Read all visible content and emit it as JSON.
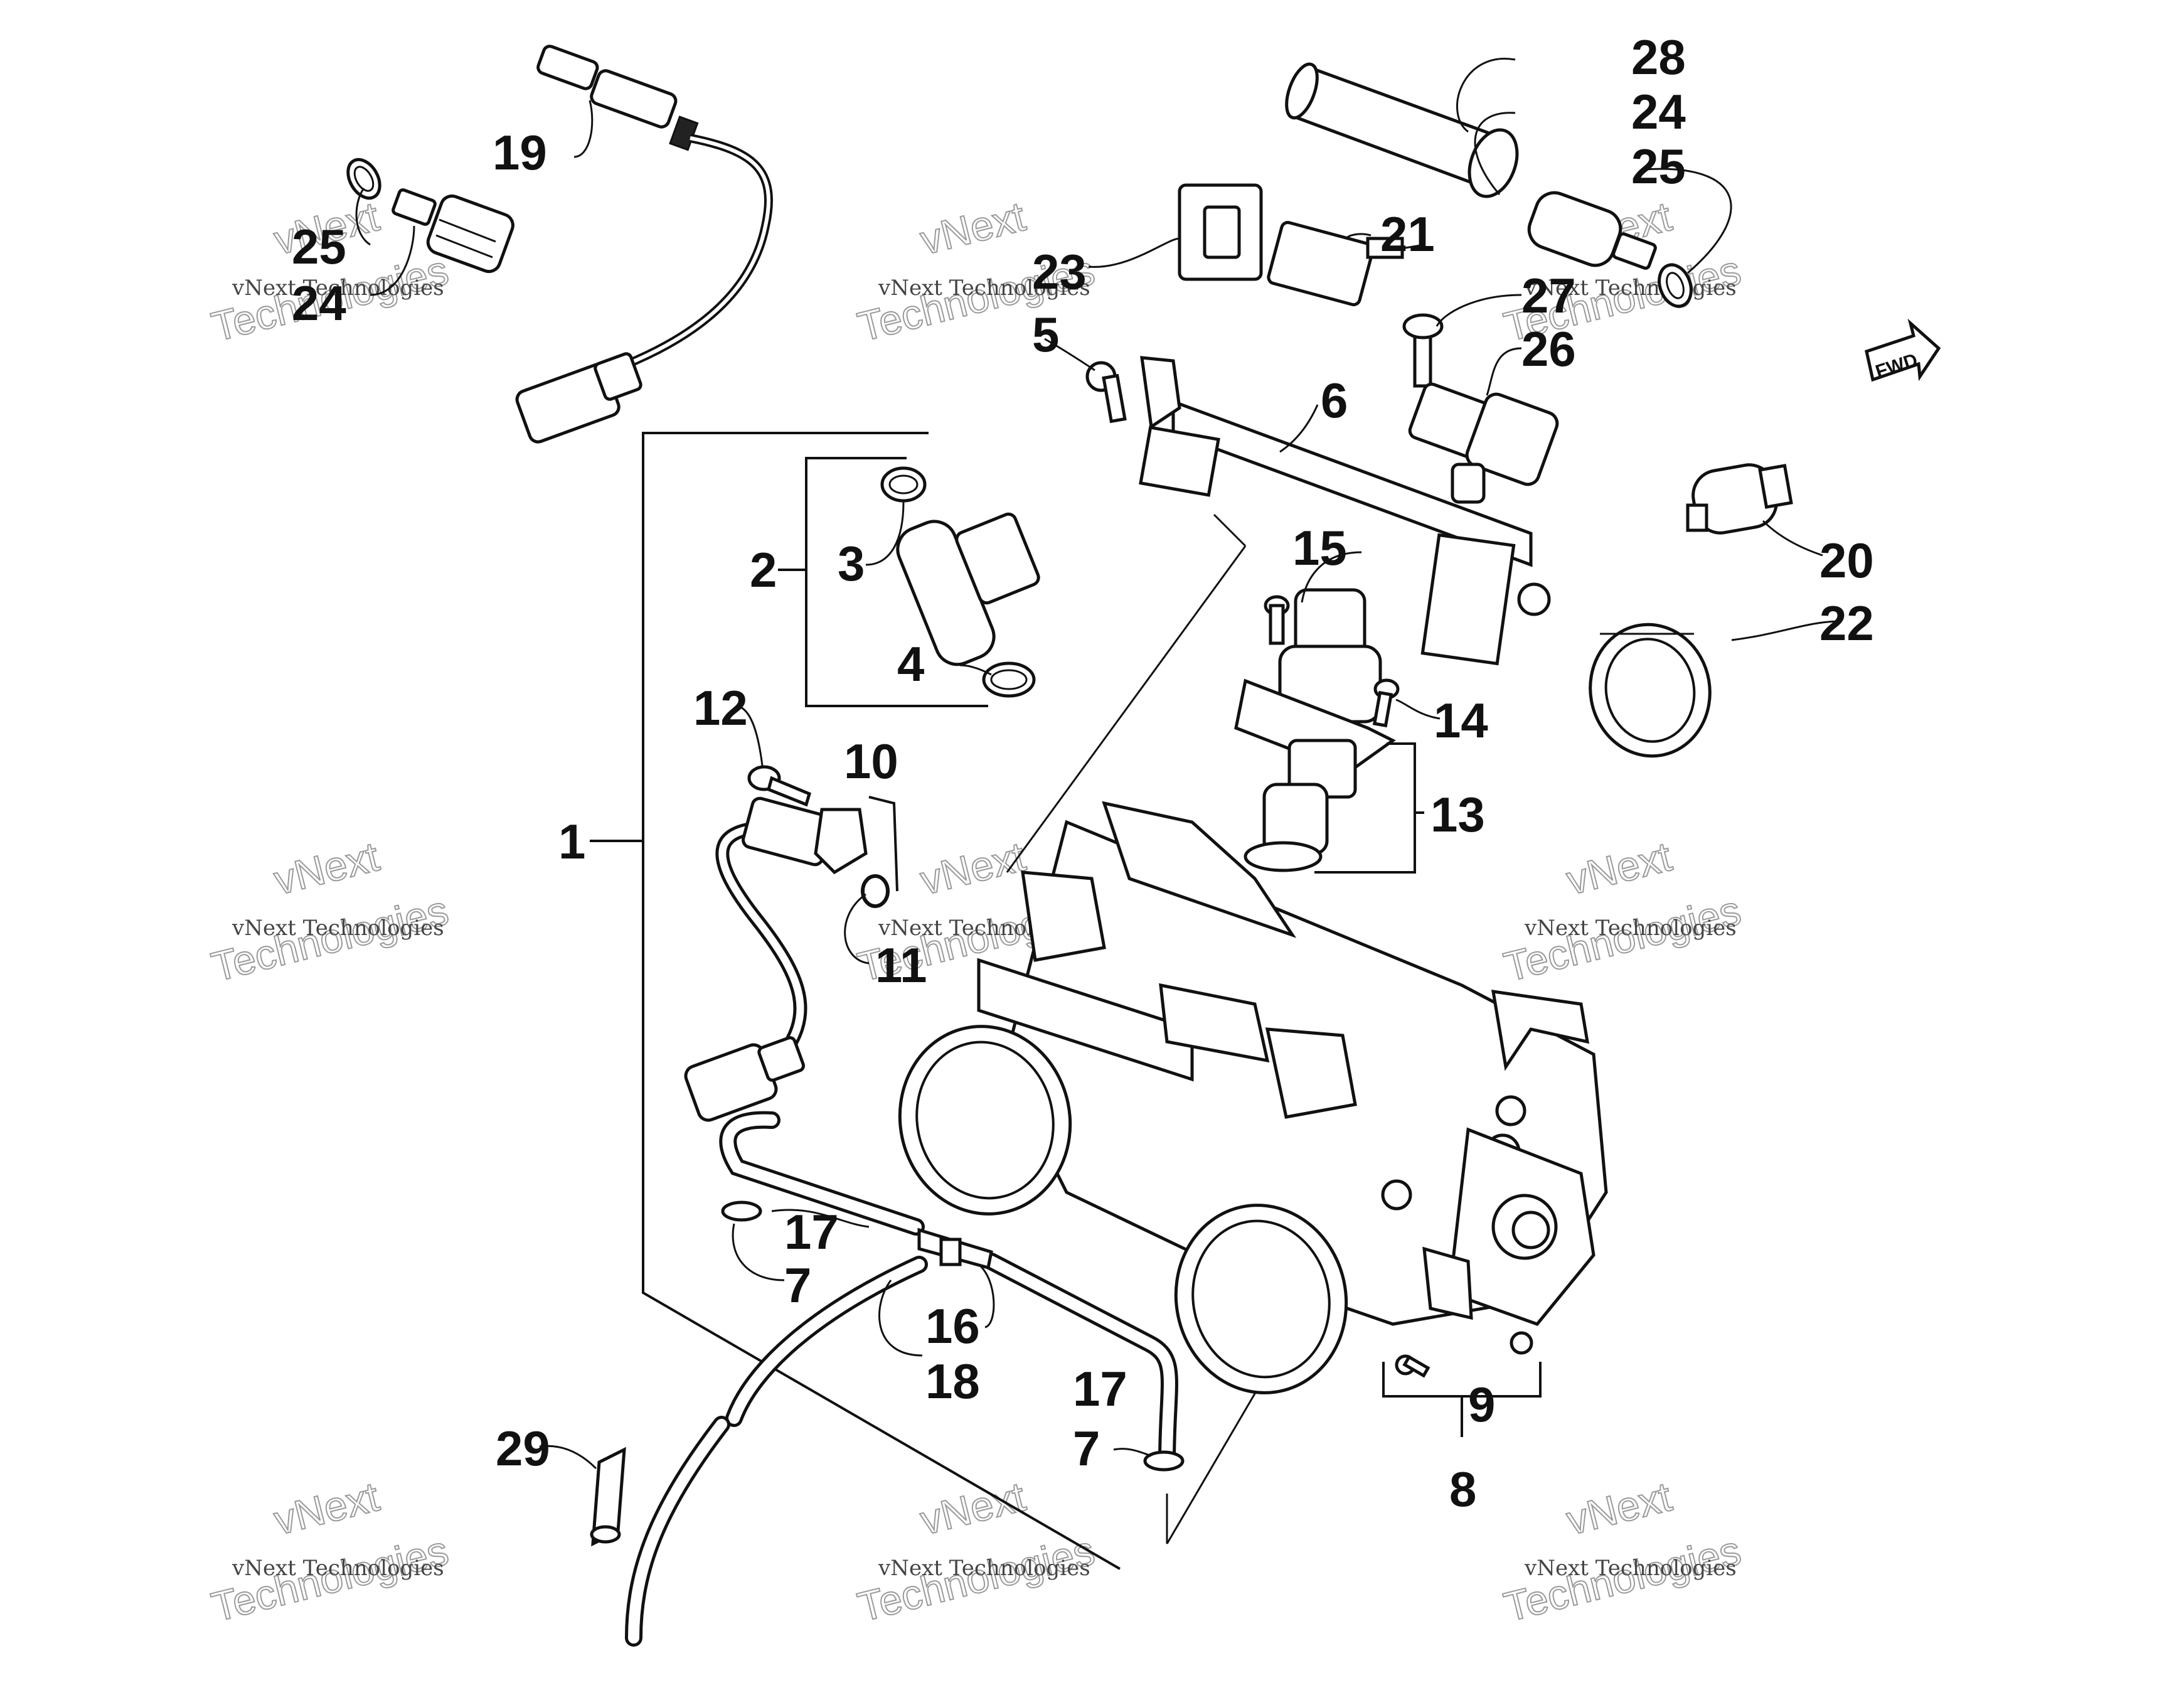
{
  "callouts": {
    "c1": "1",
    "c2": "2",
    "c3": "3",
    "c4": "4",
    "c5": "5",
    "c6": "6",
    "c7a": "7",
    "c7b": "7",
    "c8": "8",
    "c9": "9",
    "c10": "10",
    "c11": "11",
    "c12": "12",
    "c13": "13",
    "c14": "14",
    "c15": "15",
    "c16": "16",
    "c17a": "17",
    "c17b": "17",
    "c18": "18",
    "c19": "19",
    "c20": "20",
    "c21": "21",
    "c22": "22",
    "c23": "23",
    "c24a": "24",
    "c24b": "24",
    "c25a": "25",
    "c25b": "25",
    "c26": "26",
    "c27": "27",
    "c28": "28",
    "c29": "29"
  },
  "fwd_label": "FWD",
  "watermark": {
    "line1": "vNext",
    "line2": "vNext Technologies",
    "line3": "Technologies"
  }
}
